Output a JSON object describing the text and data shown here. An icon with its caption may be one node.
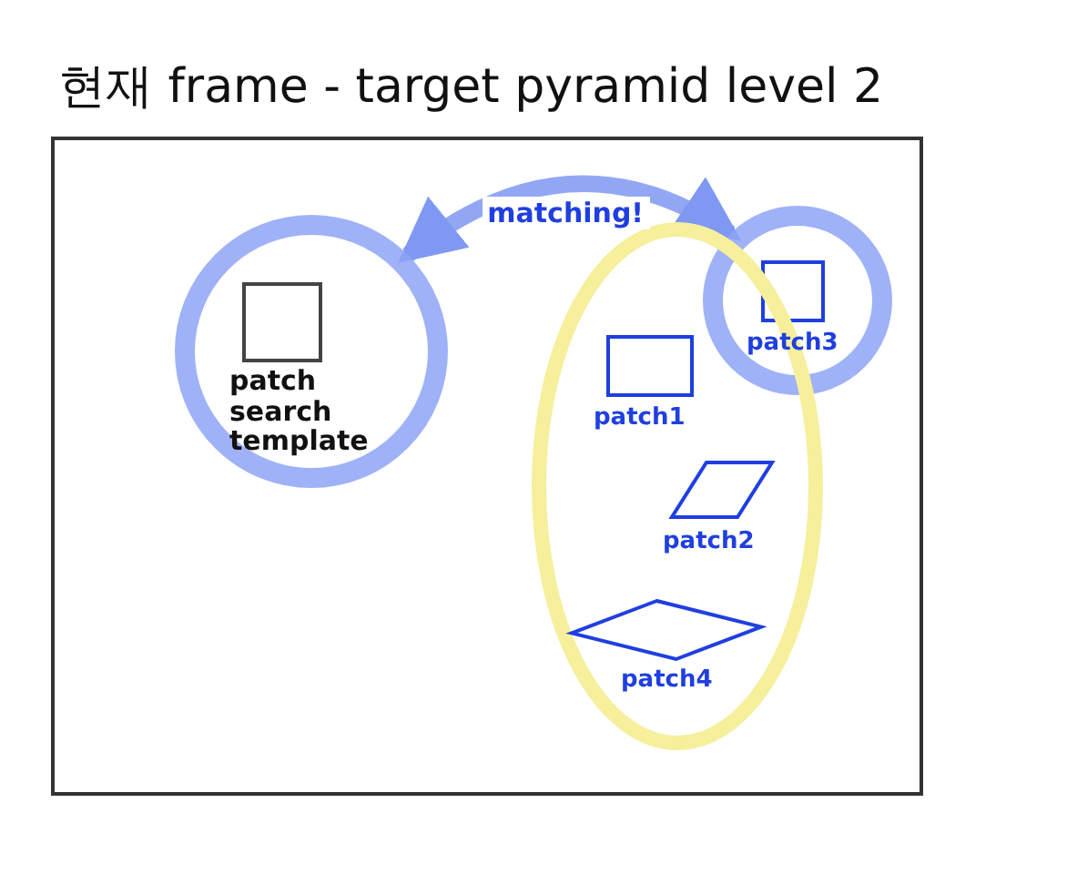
{
  "diagram": {
    "nodes": [
      {
        "text": [
          "현재 frame - target pyramid level 2"
        ]
      },
      {
        "text": [],
        "shape": "circle",
        "in": 0
      },
      {
        "text": [
          "patch search template"
        ],
        "in": 1
      },
      {
        "text": [],
        "shape": "circle",
        "in": 0
      },
      {
        "text": [
          "patch3"
        ],
        "in": 3
      },
      {
        "text": [],
        "shape": "ellipse",
        "in": 0
      },
      {
        "text": [
          "patch1"
        ],
        "in": 5
      },
      {
        "text": [
          "patch2"
        ],
        "in": 5
      },
      {
        "text": [
          "patch4"
        ],
        "in": 5
      }
    ],
    "edges": [
      {
        "from": 1,
        "to": 3,
        "arrow": "both",
        "label": "matching!"
      }
    ]
  }
}
